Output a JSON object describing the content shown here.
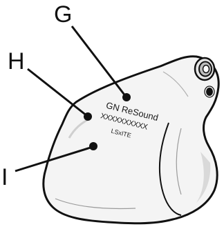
{
  "callouts": {
    "g": {
      "letter": "G"
    },
    "h": {
      "letter": "H"
    },
    "i": {
      "letter": "I"
    }
  },
  "imprint": {
    "brand": "GN ReSound",
    "serial": "XXXXXXXXXX",
    "model": "LSxITE"
  },
  "colors": {
    "ink": "#111111",
    "shell_fill": "#f4f4f4",
    "shell_shadow": "#d9d9d9"
  }
}
